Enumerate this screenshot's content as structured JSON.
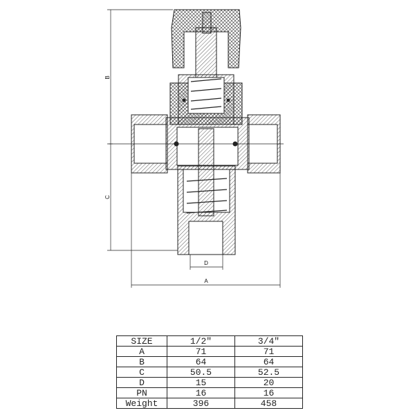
{
  "dimensions": {
    "A": "A",
    "B": "B",
    "C": "C",
    "D": "D"
  },
  "table": {
    "header": [
      "SIZE",
      "1/2\"",
      "3/4\""
    ],
    "rows": [
      [
        "A",
        "71",
        "71"
      ],
      [
        "B",
        "64",
        "64"
      ],
      [
        "C",
        "50.5",
        "52.5"
      ],
      [
        "D",
        "15",
        "20"
      ],
      [
        "PN",
        "16",
        "16"
      ],
      [
        "Weight",
        "396",
        "458"
      ]
    ]
  }
}
